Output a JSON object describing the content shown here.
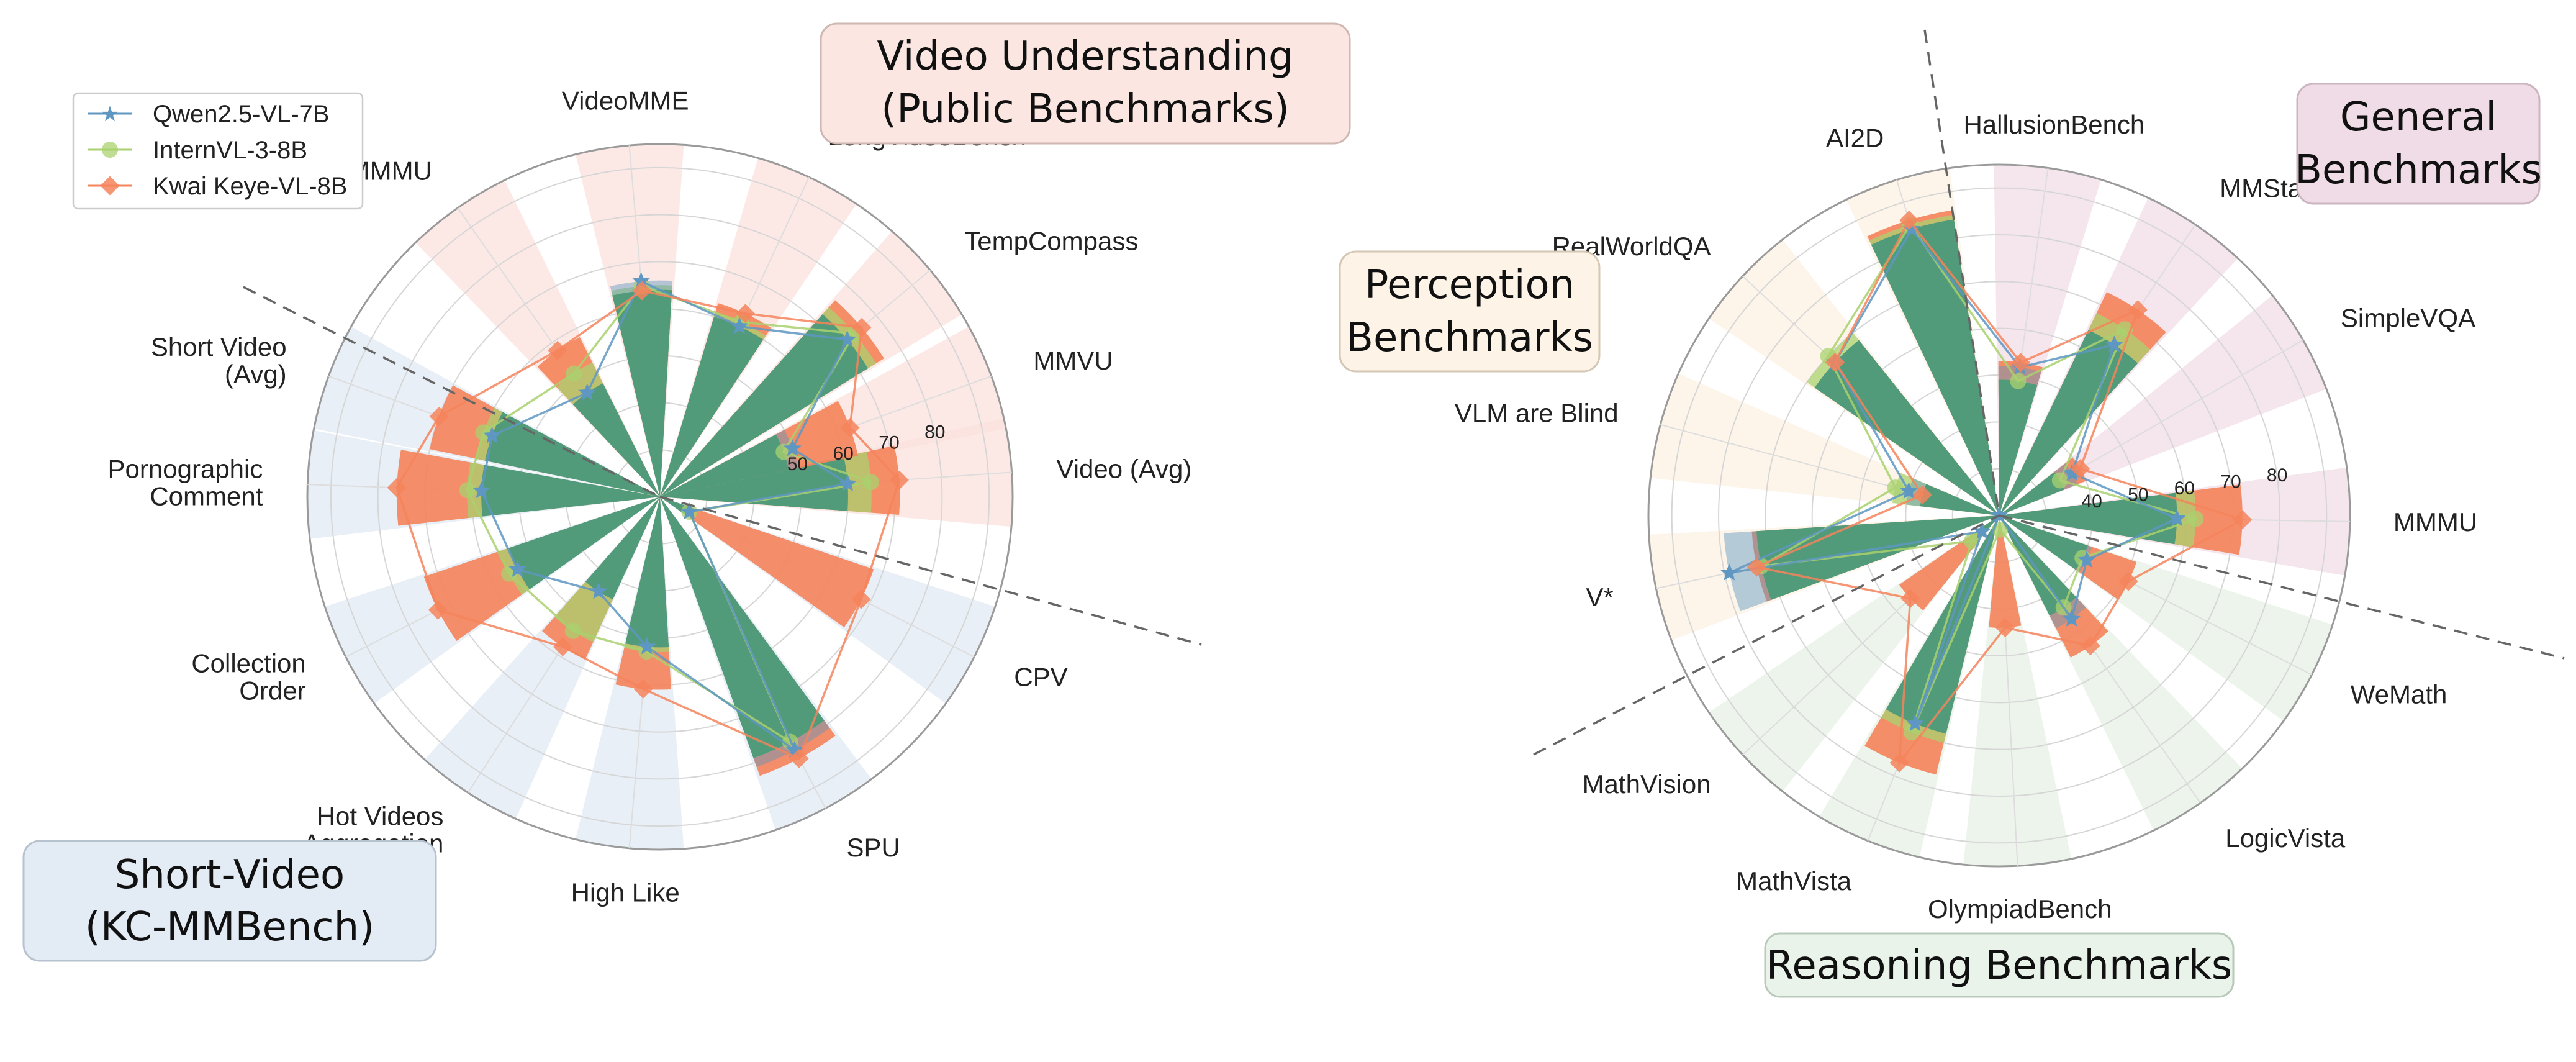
{
  "legend": [
    {
      "name": "Qwen2.5-VL-7B",
      "color": "#5e97c2",
      "marker": "star"
    },
    {
      "name": "InternVL-3-8B",
      "color": "#a9d16f",
      "marker": "circle"
    },
    {
      "name": "Kwai Keye-VL-8B",
      "color": "#f4845c",
      "marker": "diamond"
    }
  ],
  "colors": {
    "qwen": "#5e97c2",
    "intern": "#a9d16f",
    "keye": "#f4845c",
    "bar_green": "#4f9a78",
    "group_video": "#fbe1dc",
    "group_short": "#e2eaf4",
    "group_general": "#f1dce5",
    "group_perception": "#fdf1e3",
    "group_reasoning": "#e5f0e6"
  },
  "chart_data": [
    {
      "type": "radar-bar",
      "title": "",
      "radial_ticks": [
        50,
        60,
        70,
        80
      ],
      "rlim": [
        20,
        95
      ],
      "groups": [
        {
          "label": "Video Understanding\n(Public Benchmarks)",
          "categories": [
            "Video (Avg)",
            "MMVU",
            "TempCompass",
            "LongVideoBench",
            "VideoMME",
            "VideoMMMU"
          ]
        },
        {
          "label": "Short-Video\n(KC-MMBench)",
          "categories": [
            "Short Video\n(Avg)",
            "Pornographic\nComment",
            "Collection\nOrder",
            "Hot Videos\nAggregation",
            "High Like",
            "SPU",
            "CPV"
          ]
        }
      ],
      "categories": [
        "Video (Avg)",
        "MMVU",
        "TempCompass",
        "LongVideoBench",
        "VideoMME",
        "VideoMMMU",
        "Short Video\n(Avg)",
        "Pornographic\nComment",
        "Collection\nOrder",
        "Hot Videos\nAggregation",
        "High Like",
        "SPU",
        "CPV"
      ],
      "series": [
        {
          "name": "Qwen2.5-VL-7B",
          "values": [
            60,
            50,
            72,
            60,
            66,
            47,
            58,
            58,
            54,
            44,
            52,
            81,
            27
          ]
        },
        {
          "name": "InternVL-3-8B",
          "values": [
            65,
            48,
            74,
            61,
            65,
            52,
            60,
            61,
            56,
            54,
            53,
            79,
            27
          ]
        },
        {
          "name": "Kwai Keye-VL-8B",
          "values": [
            71,
            63,
            76,
            63,
            64,
            58,
            70,
            76,
            73,
            58,
            61,
            83,
            68
          ]
        }
      ]
    },
    {
      "type": "radar-bar",
      "title": "",
      "radial_ticks": [
        40,
        50,
        60,
        70,
        80
      ],
      "rlim": [
        20,
        95
      ],
      "groups": [
        {
          "label": "General\nBenchmarks",
          "categories": [
            "MMMU",
            "SimpleVQA",
            "MMStar",
            "HallusionBench"
          ]
        },
        {
          "label": "Perception\nBenchmarks",
          "categories": [
            "AI2D",
            "RealWorldQA",
            "VLM are Blind",
            "V*"
          ]
        },
        {
          "label": "Reasoning Benchmarks",
          "categories": [
            "MathVision",
            "MathVista",
            "OlympiadBench",
            "LogicVista",
            "WeMath"
          ]
        }
      ],
      "categories": [
        "MMMU",
        "WeMath",
        "LogicVista",
        "OlympiadBench",
        "MathVista",
        "MathVision",
        "V*",
        "VLM are Blind",
        "RealWorldQA",
        "AI2D",
        "HallusionBench",
        "MMStar",
        "SimpleVQA"
      ],
      "series": [
        {
          "name": "Qwen2.5-VL-7B",
          "values": [
            58,
            41,
            47,
            12,
            68,
            25,
            79,
            40,
            68,
            84,
            52,
            64,
            38
          ]
        },
        {
          "name": "InternVL-3-8B",
          "values": [
            62,
            40,
            44,
            23,
            70,
            28,
            72,
            43,
            70,
            85,
            49,
            68,
            35
          ]
        },
        {
          "name": "Kwai Keye-VL-8B",
          "values": [
            72,
            51,
            54,
            44,
            77,
            46,
            73,
            37,
            68,
            86,
            53,
            73,
            40
          ]
        }
      ]
    }
  ]
}
